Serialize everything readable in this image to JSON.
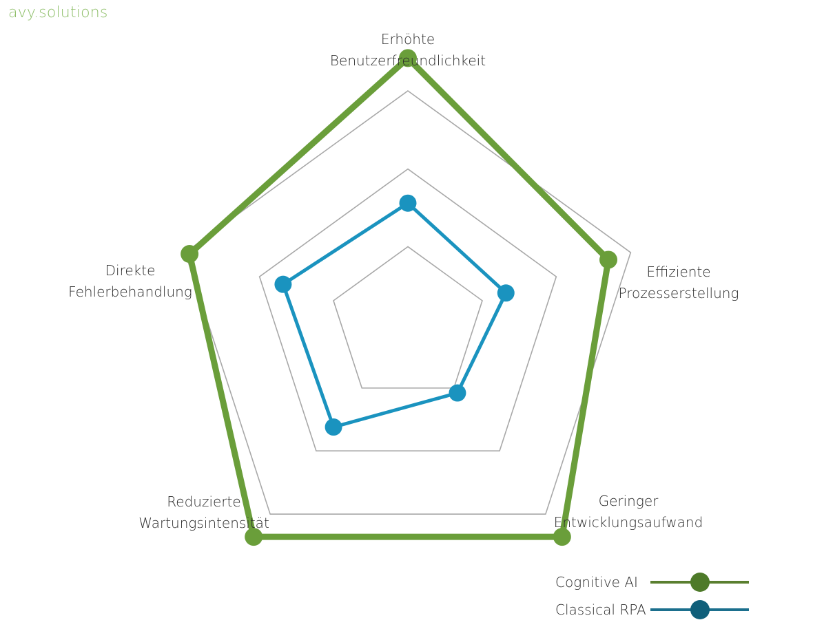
{
  "brand": "avy.solutions",
  "chart_data": {
    "type": "radar",
    "axes": [
      "Erhöhte\nBenutzerfreundlichkeit",
      "Effiziente\nProzesserstellung",
      "Geringer\nEntwicklungsaufwand",
      "Reduzierte\nWartungsintensität",
      "Direkte\nFehlerbehandlung"
    ],
    "rmax": 5,
    "grid_levels": [
      1,
      2,
      3,
      4,
      5
    ],
    "visible_rings": [
      2,
      4,
      6
    ],
    "series": [
      {
        "name": "Cognitive AI",
        "color": "#6a9e3a",
        "marker_color": "#6a9e3a",
        "legend_color": "#5a7f2f",
        "legend_marker_color": "#4e7a29",
        "values": [
          5.7,
          4.5,
          5.6,
          5.6,
          4.9
        ]
      },
      {
        "name": "Classical RPA",
        "color": "#1a93bf",
        "marker_color": "#1a93bf",
        "legend_color": "#1b6f8d",
        "legend_marker_color": "#105f7a",
        "values": [
          2.6,
          2.2,
          1.8,
          2.7,
          2.8
        ]
      }
    ],
    "legend": "bottom-right",
    "grid_color": "#a8a8a8"
  }
}
